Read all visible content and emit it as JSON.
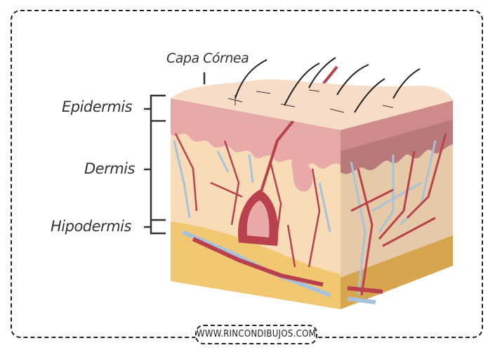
{
  "labels": {
    "capa_cornea": "Capa Córnea",
    "epidermis": "Epidermis",
    "dermis": "Dermis",
    "hipodermis": "Hipodermis"
  },
  "footer": {
    "website": "WWW.RINCONDIBUJOS.COM"
  },
  "colors": {
    "skin_surface": "#f7dcc8",
    "epidermis": "#e9a9a8",
    "dermis": "#f8dcb8",
    "hypodermis": "#f2c771",
    "vessel_red": "#b9414e",
    "vessel_blue": "#a9c2dc"
  }
}
